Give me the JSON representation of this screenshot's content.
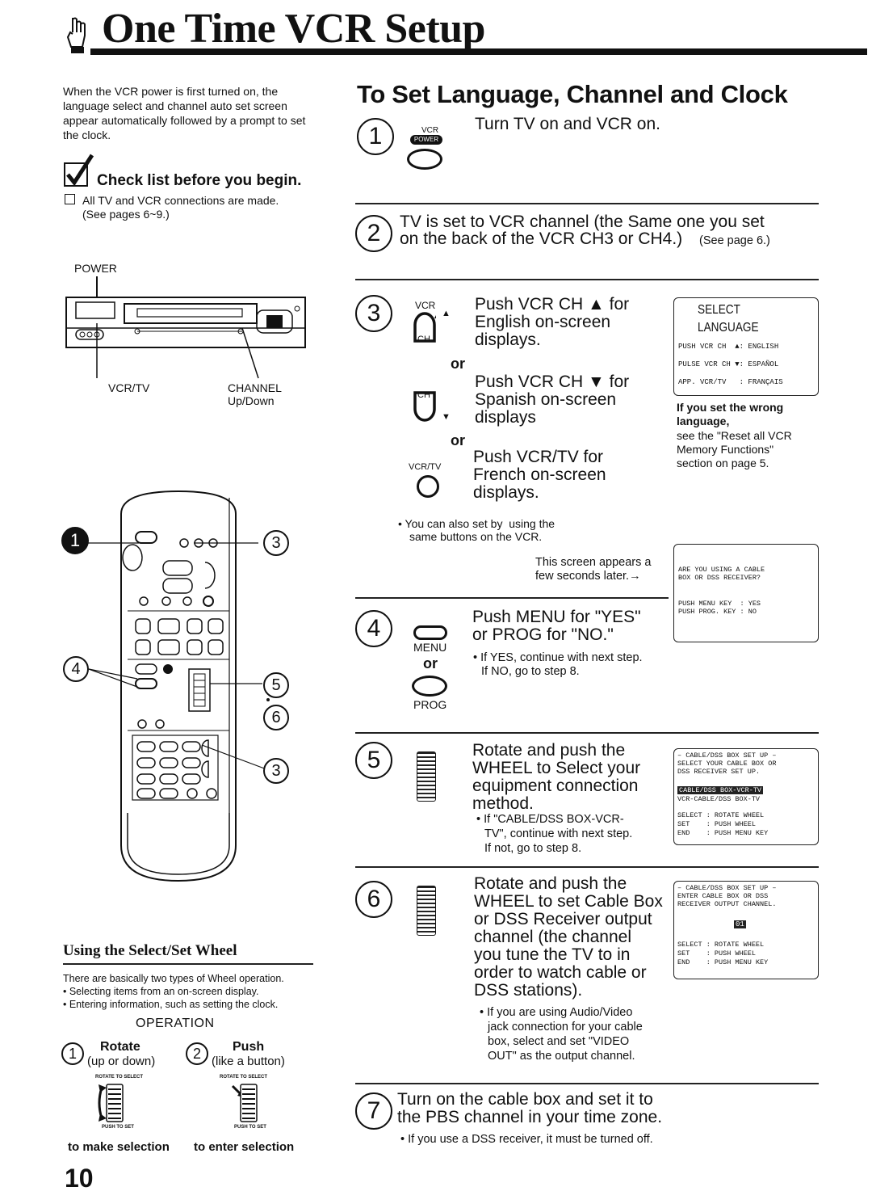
{
  "page": {
    "title": "One Time VCR Setup",
    "page_number": "10"
  },
  "intro": {
    "text": "When the VCR power is first turned on, the language select and channel auto set screen appear automatically followed by a prompt to set the clock."
  },
  "checklist": {
    "heading": "Check list before you begin.",
    "item": "All TV and VCR connections are made.",
    "item_ref": "(See pages 6~9.)"
  },
  "vcr_diagram": {
    "power_label": "POWER",
    "vcrtv_label": "VCR/TV",
    "channel_label": "CHANNEL",
    "channel_sub": "Up/Down"
  },
  "wheel_section": {
    "heading": "Using the Select/Set Wheel",
    "intro": "There are basically two types of Wheel operation.",
    "bullet1": "• Selecting items from an on-screen display.",
    "bullet2": "• Entering information, such as setting the clock.",
    "operation_label": "OPERATION",
    "op1_num": "1",
    "op1_title": "Rotate",
    "op1_sub": "(up or down)",
    "op2_num": "2",
    "op2_title": "Push",
    "op2_sub": "(like a button)",
    "rotate_caption": "to make selection",
    "push_caption": "to enter selection",
    "wheel_top_label": "ROTATE TO SELECT",
    "wheel_bottom_label": "PUSH TO SET"
  },
  "main": {
    "heading": "To Set Language, Channel and Clock",
    "step1": {
      "num": "1",
      "text": "Turn TV on and VCR on.",
      "btn_top": "VCR",
      "btn_label": "POWER"
    },
    "step2": {
      "num": "2",
      "line1": "TV is set to VCR channel (the Same one you set",
      "line2": "on the back of the VCR CH3 or CH4.)",
      "ref": "(See page 6.)"
    },
    "step3": {
      "num": "3",
      "opt1_l1": "Push VCR CH ▲ for",
      "opt1_l2": "English on-screen",
      "opt1_l3": "displays.",
      "or1": "or",
      "opt2_l1": "Push VCR CH ▼ for",
      "opt2_l2": "Spanish on-screen",
      "opt2_l3": "displays",
      "or2": "or",
      "opt3_l1": "Push VCR/TV for",
      "opt3_l2": "French on-screen",
      "opt3_l3": "displays.",
      "vcr_label": "VCR",
      "ch_label": "CH",
      "vcrtv_label": "VCR/TV",
      "note_l1": "• You can also set by  using the",
      "note_l2": "same buttons on the VCR.",
      "screen_title": "SELECT LANGUAGE",
      "screen_l1": "PUSH VCR CH  ▲: ENGLISH",
      "screen_l2": "PULSE VCR CH ▼: ESPAÑOL",
      "screen_l3": "APP. VCR/TV   : FRANÇAIS",
      "wrong_heading": "If you set the wrong language,",
      "wrong_l1": "see the \"Reset all VCR",
      "wrong_l2": "Memory Functions\"",
      "wrong_l3": "section on page 5."
    },
    "appears": {
      "l1": "This screen appears a",
      "l2": "few seconds later.→"
    },
    "cable_screen": {
      "l1": "ARE YOU USING A CABLE",
      "l2": "BOX OR DSS RECEIVER?",
      "l3": "PUSH MENU KEY  : YES",
      "l4": "PUSH PROG. KEY : NO"
    },
    "step4": {
      "num": "4",
      "l1": "Push MENU for \"YES\"",
      "l2": "or PROG for \"NO.\"",
      "menu_label": "MENU",
      "or": "or",
      "prog_label": "PROG",
      "note1": "• If YES, continue with next step.",
      "note2": "If NO, go to step 8."
    },
    "step5": {
      "num": "5",
      "l1": "Rotate and push the",
      "l2": "WHEEL to Select your",
      "l3": "equipment connection",
      "l4": "method.",
      "note1": "• If \"CABLE/DSS BOX-VCR-",
      "note2": "TV\", continue with next step.",
      "note3": "If not, go to step 8.",
      "screen_title": "– CABLE/DSS BOX SET UP –",
      "screen_l1": "SELECT YOUR CABLE BOX OR",
      "screen_l2": "DSS RECEIVER SET UP.",
      "screen_hl": "CABLE/DSS BOX-VCR-TV",
      "screen_l3": "VCR-CABLE/DSS BOX-TV",
      "screen_l4": "SELECT : ROTATE WHEEL",
      "screen_l5": "SET    : PUSH WHEEL",
      "screen_l6": "END    : PUSH MENU KEY"
    },
    "step6": {
      "num": "6",
      "l1": "Rotate and push the",
      "l2": "WHEEL to set Cable Box",
      "l3": "or DSS Receiver output",
      "l4": "channel (the channel",
      "l5": "you tune the TV to in",
      "l6": "order to watch cable or",
      "l7": "DSS stations).",
      "note1": "• If you are using Audio/Video",
      "note2": "jack connection for your cable",
      "note3": "box, select and set \"VIDEO",
      "note4": "OUT\" as the output channel.",
      "screen_title": "– CABLE/DSS BOX SET UP –",
      "screen_l1": "ENTER CABLE BOX OR DSS",
      "screen_l2": "RECEIVER OUTPUT CHANNEL.",
      "screen_ch": "01",
      "screen_l3": "SELECT : ROTATE WHEEL",
      "screen_l4": "SET    : PUSH WHEEL",
      "screen_l5": "END    : PUSH MENU KEY"
    },
    "step7": {
      "num": "7",
      "l1": "Turn on the cable box and set it to",
      "l2": "the PBS channel in your time zone.",
      "note": "• If you use a DSS receiver, it must be turned off."
    }
  },
  "remote_callouts": {
    "c1": "1",
    "c3a": "3",
    "c4": "4",
    "c5": "5",
    "c6": "6",
    "c3b": "3"
  }
}
